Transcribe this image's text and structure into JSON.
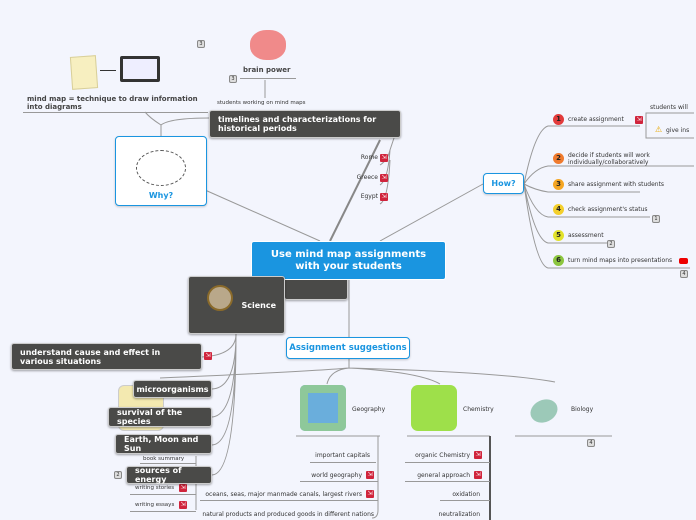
{
  "central": {
    "title": "Use mind map assignments with your students"
  },
  "why": {
    "label": "Why?",
    "definition": "mind map = technique to draw information into diagrams",
    "brain": "brain power",
    "students": "students working on mind maps",
    "badges": [
      "3",
      "3"
    ]
  },
  "history": {
    "label": "timelines and characterizations for historical periods",
    "items": [
      "Rome",
      "Greece",
      "Egypt"
    ]
  },
  "how": {
    "label": "How?",
    "steps": [
      {
        "n": "1",
        "label": "create assignment",
        "color": "#e23b3b"
      },
      {
        "n": "2",
        "label": "decide if students will work individually/collaboratively",
        "color": "#f07b2e"
      },
      {
        "n": "3",
        "label": "share assignment with students",
        "color": "#f5a623"
      },
      {
        "n": "4",
        "label": "check assignment's status",
        "color": "#f3cf2c",
        "badge": "1"
      },
      {
        "n": "5",
        "label": "assessment",
        "color": "#e2e22a",
        "badge": "2"
      },
      {
        "n": "6",
        "label": "turn mind maps into presentations",
        "color": "#8cc63f",
        "badge": "4"
      }
    ],
    "sub1": "students will",
    "sub2": "give ins"
  },
  "science": {
    "label": "Science",
    "items": [
      "understand cause and effect in various situations",
      "microorganisms",
      "survival of the species",
      "Earth, Moon and Sun",
      "sources of energy"
    ]
  },
  "language": {
    "items": [
      "book summary",
      "writing stories",
      "writing essays"
    ],
    "badge": "2"
  },
  "suggestions": {
    "label": "Assignment suggestions",
    "geography": {
      "label": "Geography",
      "items": [
        "important capitals",
        "world geography",
        "oceans, seas, major manmade canals,  largest rivers",
        "natural products and produced goods in different nations"
      ]
    },
    "chemistry": {
      "label": "Chemistry",
      "items": [
        "organic Chemistry",
        "general approach",
        "oxidation",
        "neutralization"
      ]
    },
    "biology": {
      "label": "Biology",
      "badge": "4"
    }
  },
  "colors": {
    "accent": "#1a95e0",
    "dark": "#4a4a48",
    "attachment": "#d0243c"
  }
}
